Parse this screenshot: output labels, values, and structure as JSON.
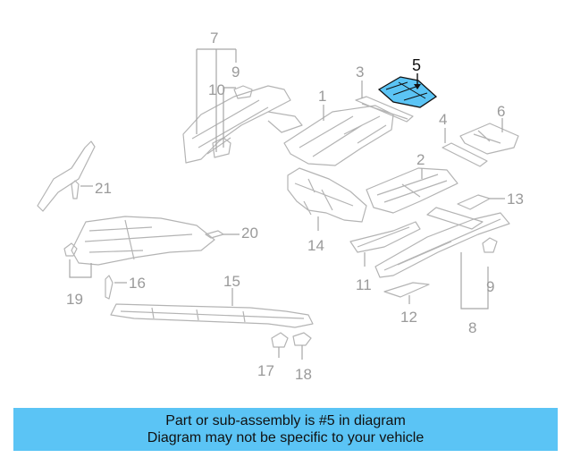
{
  "callouts": {
    "c1": "1",
    "c2": "2",
    "c3": "3",
    "c4": "4",
    "c5": "5",
    "c6": "6",
    "c7": "7",
    "c8": "8",
    "c9a": "9",
    "c9b": "9",
    "c10": "10",
    "c11": "11",
    "c12": "12",
    "c13": "13",
    "c14": "14",
    "c15": "15",
    "c16": "16",
    "c17": "17",
    "c18": "18",
    "c19": "19",
    "c20": "20",
    "c21": "21"
  },
  "highlight": {
    "part": "5",
    "color": "#5bc4f5"
  },
  "banner": {
    "line1": "Part or sub-assembly is #5 in diagram",
    "line2": "Diagram may not be specific to your vehicle",
    "color": "#5bc4f5"
  }
}
